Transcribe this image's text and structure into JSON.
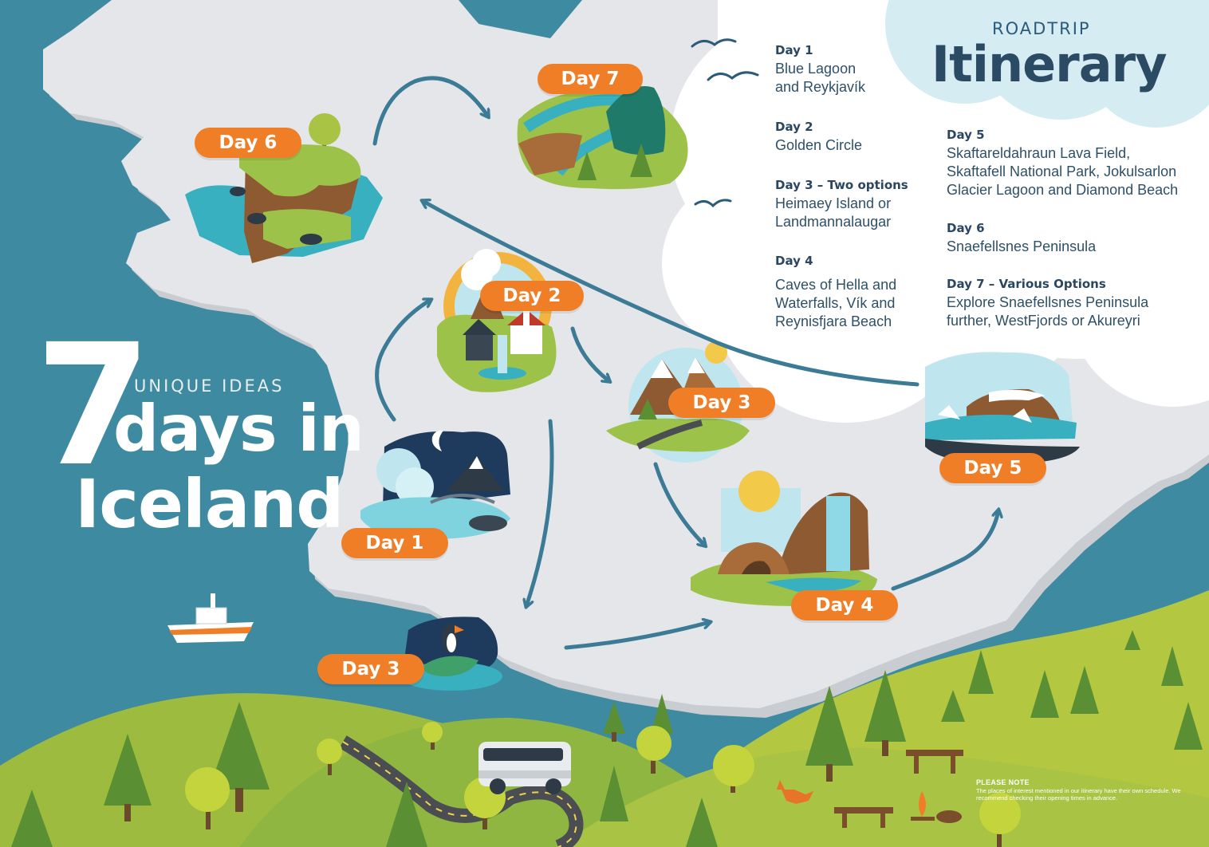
{
  "title": {
    "number": "7",
    "subtitle": "UNIQUE IDEAS",
    "line1": "days in",
    "line2": "Iceland"
  },
  "header": {
    "kicker": "ROADTRIP",
    "title": "Itinerary"
  },
  "itinerary": [
    {
      "day": "Day 1",
      "text": "Blue Lagoon\nand Reykjavík"
    },
    {
      "day": "Day 2",
      "text": "Golden Circle"
    },
    {
      "day": "Day 3 – Two options",
      "text": "Heimaey Island or\nLandmannalaugar"
    },
    {
      "day": "Day 4",
      "text": "Caves of Hella and\nWaterfalls, Vík and\nReynisfjara Beach"
    },
    {
      "day": "Day 5",
      "text": "Skaftareldahraun Lava Field,\nSkaftafell National Park, Jokulsarlon\nGlacier Lagoon and Diamond Beach"
    },
    {
      "day": "Day 6",
      "text": "Snaefellsnes Peninsula"
    },
    {
      "day": "Day 7 – Various Options",
      "text": "Explore Snaefellsnes Peninsula\nfurther, WestFjords or Akureyri"
    }
  ],
  "map_labels": {
    "day1": "Day 1",
    "day2": "Day 2",
    "day3_highlands": "Day 3",
    "day3_island": "Day 3",
    "day4": "Day 4",
    "day5": "Day 5",
    "day6": "Day 6",
    "day7": "Day 7"
  },
  "note": {
    "title": "PLEASE NOTE",
    "text": "The places of interest mentioned in our itinerary have their own schedule. We recommend checking their opening times in advance."
  },
  "colors": {
    "sea": "#3e8aa0",
    "land": "#e4e6e9",
    "accent": "#f07e26",
    "hills": "#8fb640",
    "text_dark": "#2b4a64"
  }
}
